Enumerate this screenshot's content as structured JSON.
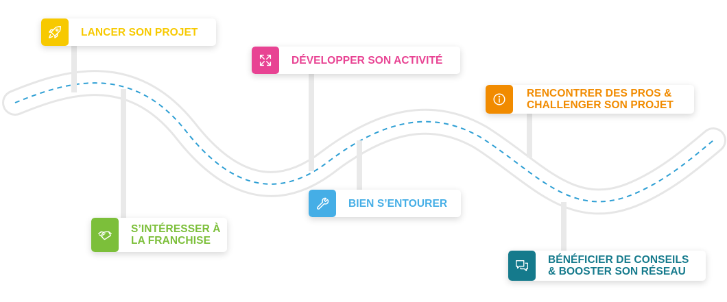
{
  "colors": {
    "yellow": "#f7c900",
    "pink": "#e84393",
    "orange": "#f18b00",
    "green": "#7cbf3a",
    "blue": "#45aee6",
    "teal": "#157a8c",
    "road_dash": "#2e9fd4"
  },
  "steps": [
    {
      "id": "lancer",
      "line1": "LANCER SON PROJET",
      "line2": "",
      "icon": "rocket-icon"
    },
    {
      "id": "developper",
      "line1": "DÉVELOPPER SON ACTIVITÉ",
      "line2": "",
      "icon": "expand-arrows-icon"
    },
    {
      "id": "rencontrer",
      "line1": "RENCONTRER DES PROS &",
      "line2": "CHALLENGER SON PROJET",
      "icon": "info-icon"
    },
    {
      "id": "franchise",
      "line1": "S’INTÉRESSER À",
      "line2": "LA FRANCHISE",
      "icon": "handshake-icon"
    },
    {
      "id": "entourer",
      "line1": "BIEN S’ENTOURER",
      "line2": "",
      "icon": "wrench-icon"
    },
    {
      "id": "conseils",
      "line1": "BÉNÉFICIER DE CONSEILS",
      "line2": "& BOOSTER SON RÉSEAU",
      "icon": "chat-bubbles-icon"
    }
  ]
}
